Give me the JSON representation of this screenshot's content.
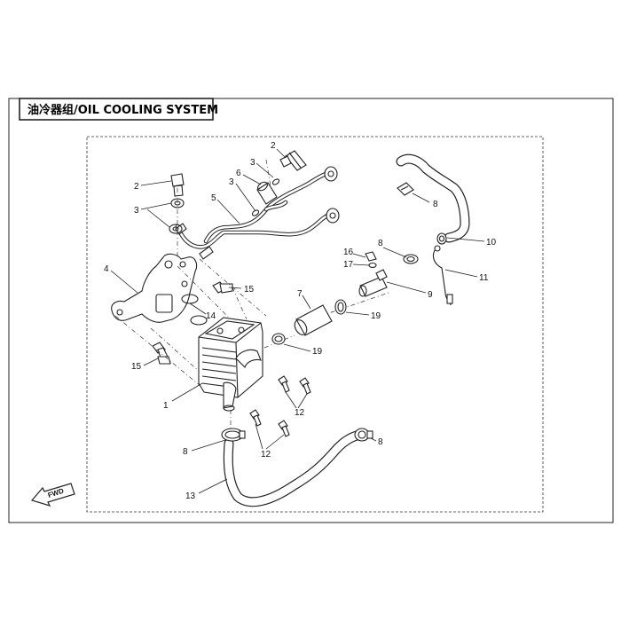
{
  "title": "油冷器组/OIL COOLING SYSTEM",
  "fwd_label": "FWD",
  "callouts": {
    "c1": "1",
    "c2a": "2",
    "c2b": "2",
    "c3a": "3",
    "c3b": "3",
    "c3c": "3",
    "c4": "4",
    "c5": "5",
    "c6": "6",
    "c7": "7",
    "c8a": "8",
    "c8b": "8",
    "c8c": "8",
    "c8d": "8",
    "c9": "9",
    "c10": "10",
    "c11": "11",
    "c12a": "12",
    "c12b": "12",
    "c13": "13",
    "c14": "14",
    "c15a": "15",
    "c15b": "15",
    "c16": "16",
    "c17": "17",
    "c19a": "19",
    "c19b": "19"
  }
}
